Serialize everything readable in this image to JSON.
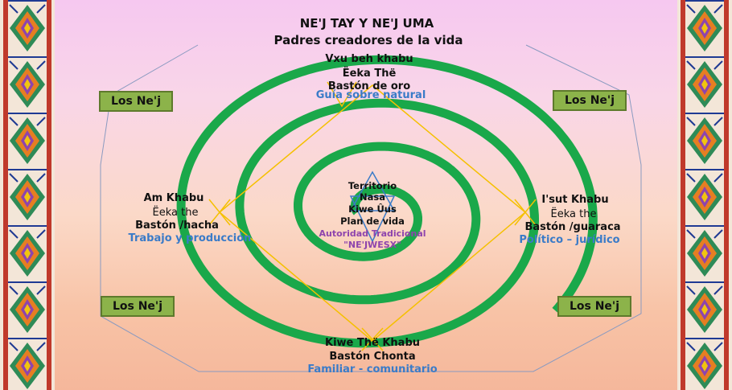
{
  "title": "NE'J TAY Y NE'J UMA",
  "subtitle": "Padres creadores de la vida",
  "top": {
    "line1": "Vxu beh khabu",
    "line2": "Ëeka Thë",
    "line3": "Bastón de oro",
    "line4": "Guía sobre natural"
  },
  "left": {
    "line1": "Am Khabu",
    "line2": "Ëeka the",
    "line3": "Bastón /hacha",
    "line4": "Trabajo y producción"
  },
  "right": {
    "line1": "I'sut Khabu",
    "line2": "Ëeka the",
    "line3": "Bastón /guaraca",
    "line4": "Político – jurídico"
  },
  "bottom": {
    "line1": "Kiwe Thë Khabu",
    "line2": "Bastón Chonta",
    "line3": "Familiar - comunitario"
  },
  "center": {
    "line1": "Territorio",
    "line2": "Nasa",
    "line3": "Kiwe Ûus",
    "line4": "Plan de vida",
    "line5": "Autoridad Tradicional",
    "line6": "\"NE'JWESX\""
  },
  "corner_boxes": {
    "top_left": "Los Ne'j",
    "top_right": "Los Ne'j",
    "bottom_left": "Los Ne'j",
    "bottom_right": "Los Ne'j"
  },
  "colors": {
    "spiral": "#1aa84a",
    "diamond": "#f5c000",
    "box_fill": "#8cb34a",
    "blue_text": "#3a7bc8",
    "purple_text": "#8e44ad",
    "hexagon_line": "#8a9ac0"
  }
}
